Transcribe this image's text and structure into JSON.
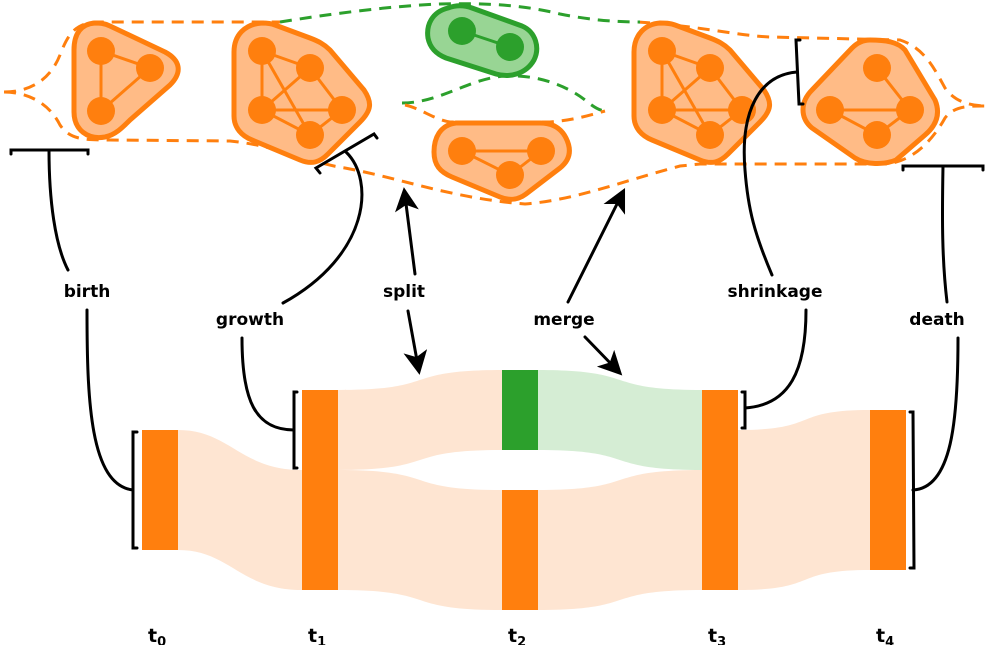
{
  "colors": {
    "orange": "#ff7f0e",
    "orange_fill": "#ffbb86",
    "orange_flow": "#fee5d2",
    "green": "#2ca02c",
    "green_fill": "#98d594",
    "green_flow": "#d5edd4",
    "ink": "#000000"
  },
  "events": {
    "birth": "birth",
    "growth": "growth",
    "split": "split",
    "merge": "merge",
    "shrinkage": "shrinkage",
    "death": "death"
  },
  "timesteps": [
    {
      "base": "t",
      "sub": "0"
    },
    {
      "base": "t",
      "sub": "1"
    },
    {
      "base": "t",
      "sub": "2"
    },
    {
      "base": "t",
      "sub": "3"
    },
    {
      "base": "t",
      "sub": "4"
    }
  ],
  "communities": [
    {
      "id": "c-t0",
      "time": 0,
      "color": "orange",
      "size": 3,
      "edges": 3
    },
    {
      "id": "c-t1",
      "time": 1,
      "color": "orange",
      "size": 5,
      "edges": 8
    },
    {
      "id": "c-t2-green",
      "time": 2,
      "color": "green",
      "size": 2,
      "edges": 1
    },
    {
      "id": "c-t2-orange",
      "time": 2,
      "color": "orange",
      "size": 3,
      "edges": 3
    },
    {
      "id": "c-t3",
      "time": 3,
      "color": "orange",
      "size": 5,
      "edges": 8
    },
    {
      "id": "c-t4",
      "time": 4,
      "color": "orange",
      "size": 4,
      "edges": 4
    }
  ],
  "flows": [
    {
      "from": "c-t0",
      "to": "c-t1",
      "color": "orange"
    },
    {
      "from": "c-t1",
      "to": "c-t2-green",
      "color": "orange"
    },
    {
      "from": "c-t1",
      "to": "c-t2-orange",
      "color": "orange"
    },
    {
      "from": "c-t2-green",
      "to": "c-t3",
      "color": "green"
    },
    {
      "from": "c-t2-orange",
      "to": "c-t3",
      "color": "orange"
    },
    {
      "from": "c-t3",
      "to": "c-t4",
      "color": "orange"
    }
  ]
}
